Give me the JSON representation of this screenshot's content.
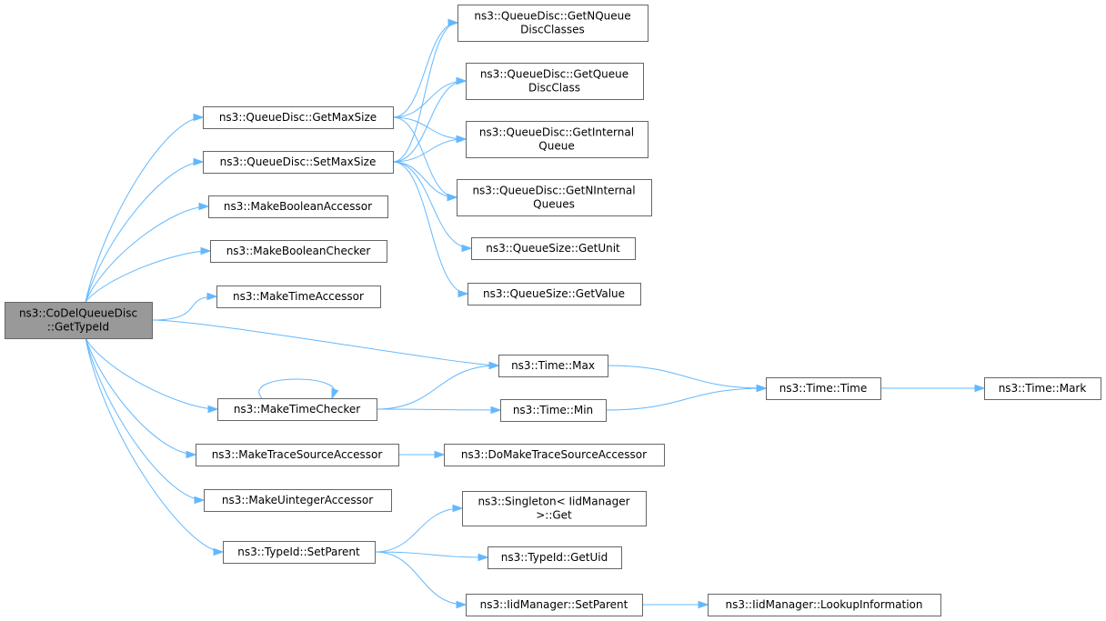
{
  "colors": {
    "edge": "#63b8ff",
    "node_border": "#666666",
    "root_fill": "#999999",
    "node_fill": "#ffffff"
  },
  "nodes": [
    {
      "id": "root",
      "root": true,
      "lines": [
        "ns3::CoDelQueueDisc",
        "::GetTypeId"
      ]
    },
    {
      "id": "getmaxsize",
      "lines": [
        "ns3::QueueDisc::GetMaxSize"
      ]
    },
    {
      "id": "setmaxsize",
      "lines": [
        "ns3::QueueDisc::SetMaxSize"
      ]
    },
    {
      "id": "mkboolacc",
      "lines": [
        "ns3::MakeBooleanAccessor"
      ]
    },
    {
      "id": "mkboolchk",
      "lines": [
        "ns3::MakeBooleanChecker"
      ]
    },
    {
      "id": "mktimeacc",
      "lines": [
        "ns3::MakeTimeAccessor"
      ]
    },
    {
      "id": "mktimechk",
      "lines": [
        "ns3::MakeTimeChecker"
      ]
    },
    {
      "id": "mktracesrc",
      "lines": [
        "ns3::MakeTraceSourceAccessor"
      ]
    },
    {
      "id": "mkuint",
      "lines": [
        "ns3::MakeUintegerAccessor"
      ]
    },
    {
      "id": "setparent",
      "lines": [
        "ns3::TypeId::SetParent"
      ]
    },
    {
      "id": "getnqdc",
      "lines": [
        "ns3::QueueDisc::GetNQueue",
        "DiscClasses"
      ]
    },
    {
      "id": "getqdc",
      "lines": [
        "ns3::QueueDisc::GetQueue",
        "DiscClass"
      ]
    },
    {
      "id": "getiq",
      "lines": [
        "ns3::QueueDisc::GetInternal",
        "Queue"
      ]
    },
    {
      "id": "getniq",
      "lines": [
        "ns3::QueueDisc::GetNInternal",
        "Queues"
      ]
    },
    {
      "id": "qsunit",
      "lines": [
        "ns3::QueueSize::GetUnit"
      ]
    },
    {
      "id": "qsvalue",
      "lines": [
        "ns3::QueueSize::GetValue"
      ]
    },
    {
      "id": "timemax",
      "lines": [
        "ns3::Time::Max"
      ]
    },
    {
      "id": "timemin",
      "lines": [
        "ns3::Time::Min"
      ]
    },
    {
      "id": "timetime",
      "lines": [
        "ns3::Time::Time"
      ]
    },
    {
      "id": "timemark",
      "lines": [
        "ns3::Time::Mark"
      ]
    },
    {
      "id": "domaketrace",
      "lines": [
        "ns3::DoMakeTraceSourceAccessor"
      ]
    },
    {
      "id": "singleton",
      "lines": [
        "ns3::Singleton< IidManager",
        ">::Get"
      ]
    },
    {
      "id": "getuid",
      "lines": [
        "ns3::TypeId::GetUid"
      ]
    },
    {
      "id": "iidsetparent",
      "lines": [
        "ns3::IidManager::SetParent"
      ]
    },
    {
      "id": "lookup",
      "lines": [
        "ns3::IidManager::LookupInformation"
      ]
    }
  ],
  "edges": [
    [
      "root",
      "getmaxsize"
    ],
    [
      "root",
      "setmaxsize"
    ],
    [
      "root",
      "mkboolacc"
    ],
    [
      "root",
      "mkboolchk"
    ],
    [
      "root",
      "mktimeacc"
    ],
    [
      "root",
      "mktimechk"
    ],
    [
      "root",
      "mktracesrc"
    ],
    [
      "root",
      "mkuint"
    ],
    [
      "root",
      "setparent"
    ],
    [
      "root",
      "timemax"
    ],
    [
      "getmaxsize",
      "getnqdc"
    ],
    [
      "getmaxsize",
      "getqdc"
    ],
    [
      "getmaxsize",
      "getiq"
    ],
    [
      "getmaxsize",
      "getniq"
    ],
    [
      "setmaxsize",
      "getnqdc"
    ],
    [
      "setmaxsize",
      "getqdc"
    ],
    [
      "setmaxsize",
      "getiq"
    ],
    [
      "setmaxsize",
      "getniq"
    ],
    [
      "setmaxsize",
      "qsunit"
    ],
    [
      "setmaxsize",
      "qsvalue"
    ],
    [
      "mktimechk",
      "mktimechk"
    ],
    [
      "mktimechk",
      "timemax"
    ],
    [
      "mktimechk",
      "timemin"
    ],
    [
      "timemax",
      "timetime"
    ],
    [
      "timemin",
      "timetime"
    ],
    [
      "timetime",
      "timemark"
    ],
    [
      "mktracesrc",
      "domaketrace"
    ],
    [
      "setparent",
      "singleton"
    ],
    [
      "setparent",
      "getuid"
    ],
    [
      "setparent",
      "iidsetparent"
    ],
    [
      "iidsetparent",
      "lookup"
    ]
  ]
}
